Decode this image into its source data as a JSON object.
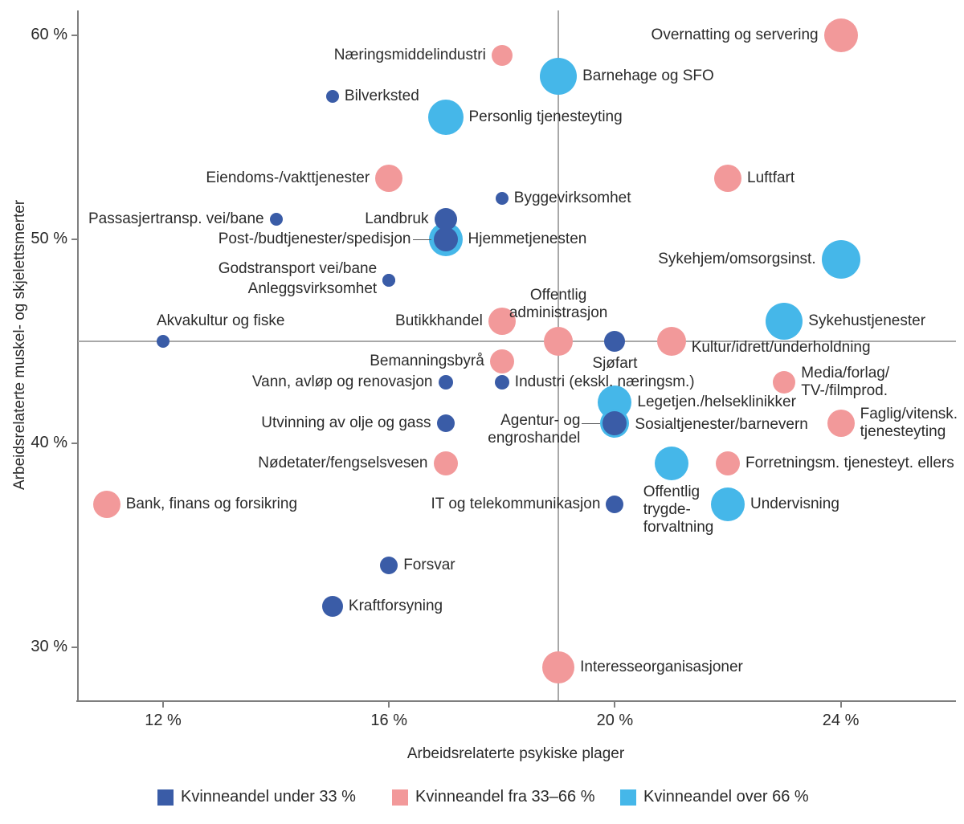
{
  "chart_data": {
    "type": "scatter",
    "title": "",
    "xlabel": "Arbeidsrelaterte psykiske plager",
    "ylabel": "Arbeidsrelaterte muskel- og skjelettsmerter",
    "x_ticks": [
      {
        "label": "12 %",
        "value": 12
      },
      {
        "label": "16 %",
        "value": 16
      },
      {
        "label": "20 %",
        "value": 20
      },
      {
        "label": "24 %",
        "value": 24
      }
    ],
    "y_ticks": [
      {
        "label": "60 %",
        "value": 60
      },
      {
        "label": "50 %",
        "value": 50
      },
      {
        "label": "40 %",
        "value": 40
      },
      {
        "label": "30 %",
        "value": 30
      }
    ],
    "xlim": [
      10.5,
      25.1
    ],
    "ylim": [
      27.3,
      61.2
    ],
    "grid": false,
    "reference_lines": {
      "x": 19,
      "y": 45
    },
    "legend_position": "bottom",
    "legend": [
      {
        "group": "under33",
        "label": "Kvinneandel under 33 %",
        "color": "#3a5ca7"
      },
      {
        "group": "33to66",
        "label": "Kvinneandel fra 33–66 %",
        "color": "#f2999a"
      },
      {
        "group": "over66",
        "label": "Kvinneandel over 66 %",
        "color": "#45b7e9"
      }
    ],
    "colors": {
      "axis": "#7f7f7f",
      "reference_line": "#a8a8a8",
      "text": "#2b2b2b"
    },
    "points": [
      {
        "name": "Overnatting og servering",
        "x": 24,
        "y": 60,
        "group": "33to66",
        "r": 21,
        "side": "left"
      },
      {
        "name": "Næringsmiddelindustri",
        "x": 18,
        "y": 59,
        "group": "33to66",
        "r": 13,
        "side": "left"
      },
      {
        "name": "Barnehage og SFO",
        "x": 19,
        "y": 58,
        "group": "over66",
        "r": 23,
        "side": "right"
      },
      {
        "name": "Bilverksted",
        "x": 15,
        "y": 57,
        "group": "under33",
        "r": 8,
        "side": "right"
      },
      {
        "name": "Personlig tjenesteyting",
        "x": 17,
        "y": 56,
        "group": "over66",
        "r": 22,
        "side": "right"
      },
      {
        "name": "Eiendoms-/vakttjenester",
        "x": 16,
        "y": 53,
        "group": "33to66",
        "r": 17,
        "side": "left"
      },
      {
        "name": "Luftfart",
        "x": 22,
        "y": 53,
        "group": "33to66",
        "r": 17,
        "side": "right"
      },
      {
        "name": "Byggevirksomhet",
        "x": 18,
        "y": 52,
        "group": "under33",
        "r": 8,
        "side": "right"
      },
      {
        "name": "Passasjertransp. vei/bane",
        "x": 14,
        "y": 51,
        "group": "under33",
        "r": 8,
        "side": "left"
      },
      {
        "name": "Landbruk",
        "x": 17,
        "y": 51,
        "group": "under33",
        "r": 14,
        "side": "left"
      },
      {
        "name": "Post-/budtjenester/spedisjon",
        "x": 17,
        "y": 50,
        "group": "under33",
        "r": 15,
        "side": "left",
        "connector": true
      },
      {
        "name": "Hjemmetjenesten",
        "x": 17,
        "y": 50,
        "group": "over66",
        "r": 21,
        "side": "right"
      },
      {
        "name": "Sykehjem/omsorgsinst.",
        "x": 24,
        "y": 49,
        "group": "over66",
        "r": 24,
        "side": "left"
      },
      {
        "name": "Godstransport vei/bane",
        "x": 16,
        "y": 48,
        "group": "under33",
        "r": 8,
        "side": "left",
        "dy": -14
      },
      {
        "name": "Anleggsvirksomhet",
        "x": 16,
        "y": 48,
        "group": "under33",
        "r": 8,
        "side": "left",
        "dy": 11
      },
      {
        "name": "Sykehustjenester",
        "x": 23,
        "y": 46,
        "group": "over66",
        "r": 23,
        "side": "right"
      },
      {
        "name": "Butikkhandel",
        "x": 18,
        "y": 46,
        "group": "33to66",
        "r": 17,
        "side": "left"
      },
      {
        "name": "Offentlig administrasjon",
        "x": 19,
        "y": 45,
        "group": "33to66",
        "r": 18,
        "side": "above",
        "lines": [
          "Offentlig",
          "administrasjon"
        ]
      },
      {
        "name": "Akvakultur og fiske",
        "x": 12,
        "y": 45,
        "group": "under33",
        "r": 8,
        "side": "above",
        "align": "left",
        "dx": -8
      },
      {
        "name": "Sjøfart",
        "x": 20,
        "y": 45,
        "group": "under33",
        "r": 13,
        "side": "below"
      },
      {
        "name": "Kultur/idrett/underholdning",
        "x": 21,
        "y": 45,
        "group": "33to66",
        "r": 18,
        "side": "right",
        "dy": 8
      },
      {
        "name": "Bemanningsbyrå",
        "x": 18,
        "y": 44,
        "group": "33to66",
        "r": 15,
        "side": "left"
      },
      {
        "name": "Media/forlag/TV-/filmprod.",
        "x": 23,
        "y": 43,
        "group": "33to66",
        "r": 14,
        "side": "right",
        "lines": [
          "Media/forlag/",
          "TV-/filmprod."
        ]
      },
      {
        "name": "Vann, avløp og renovasjon",
        "x": 17,
        "y": 43,
        "group": "under33",
        "r": 9,
        "side": "left"
      },
      {
        "name": "Industri (ekskl. næringsm.)",
        "x": 18,
        "y": 43,
        "group": "under33",
        "r": 9,
        "side": "right"
      },
      {
        "name": "Legetjen./helseklinikker",
        "x": 20,
        "y": 42,
        "group": "over66",
        "r": 21,
        "side": "right"
      },
      {
        "name": "Sosialtjenester/barnevern",
        "x": 20,
        "y": 41,
        "group": "over66",
        "r": 18,
        "side": "right",
        "dy": 2
      },
      {
        "name": "Agentur- og engroshandel",
        "x": 20,
        "y": 41,
        "group": "under33",
        "r": 15,
        "side": "left",
        "lines": [
          "Agentur- og",
          "engroshandel"
        ],
        "connector": true,
        "dy": 8
      },
      {
        "name": "Faglig/vitensk. tjenesteyting",
        "x": 24,
        "y": 41,
        "group": "33to66",
        "r": 17,
        "side": "right",
        "lines": [
          "Faglig/vitensk.",
          "tjenesteyting"
        ]
      },
      {
        "name": "Utvinning av olje og gass",
        "x": 17,
        "y": 41,
        "group": "under33",
        "r": 11,
        "side": "left"
      },
      {
        "name": "Nødetater/fengselsvesen",
        "x": 17,
        "y": 39,
        "group": "33to66",
        "r": 15,
        "side": "left"
      },
      {
        "name": "Offentlig trygdeforvaltning",
        "x": 21,
        "y": 39,
        "group": "over66",
        "r": 21,
        "side": "below",
        "lines": [
          "Offentlig",
          "trygde-",
          "forvaltning"
        ],
        "align": "left",
        "dx": -35
      },
      {
        "name": "Forretningsm. tjenesteyt. ellers",
        "x": 22,
        "y": 39,
        "group": "33to66",
        "r": 15,
        "side": "right"
      },
      {
        "name": "Bank, finans og forsikring",
        "x": 11,
        "y": 37,
        "group": "33to66",
        "r": 17,
        "side": "right"
      },
      {
        "name": "IT og telekommunikasjon",
        "x": 20,
        "y": 37,
        "group": "under33",
        "r": 11,
        "side": "left"
      },
      {
        "name": "Undervisning",
        "x": 22,
        "y": 37,
        "group": "over66",
        "r": 21,
        "side": "right"
      },
      {
        "name": "Forsvar",
        "x": 16,
        "y": 34,
        "group": "under33",
        "r": 11,
        "side": "right"
      },
      {
        "name": "Kraftforsyning",
        "x": 15,
        "y": 32,
        "group": "under33",
        "r": 13,
        "side": "right"
      },
      {
        "name": "Interesseorganisasjoner",
        "x": 19,
        "y": 29,
        "group": "33to66",
        "r": 20,
        "side": "right"
      }
    ]
  }
}
